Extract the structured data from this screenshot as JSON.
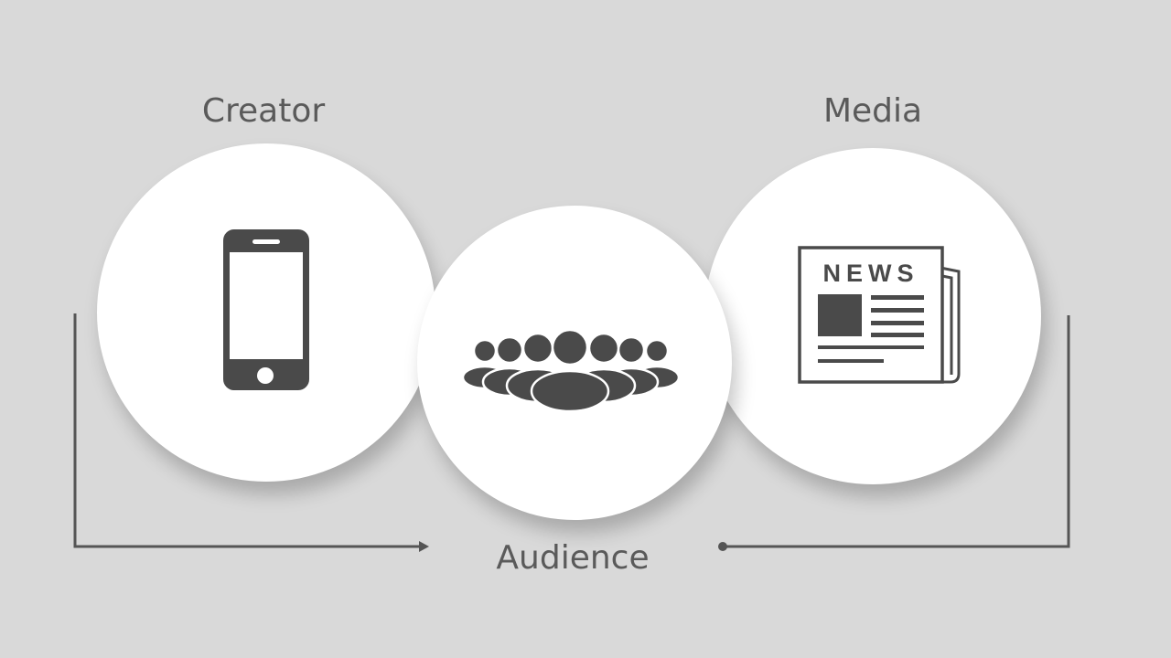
{
  "diagram": {
    "creator_label": "Creator",
    "media_label": "Media",
    "audience_label": "Audience",
    "newspaper_text": "NEWS",
    "icons": {
      "creator": "smartphone-icon",
      "audience": "crowd-icon",
      "media": "newspaper-icon"
    },
    "colors": {
      "background": "#d9d9d9",
      "circle": "#ffffff",
      "icon": "#4a4a4a",
      "text": "#5a5a5a",
      "arrow": "#555555"
    }
  }
}
